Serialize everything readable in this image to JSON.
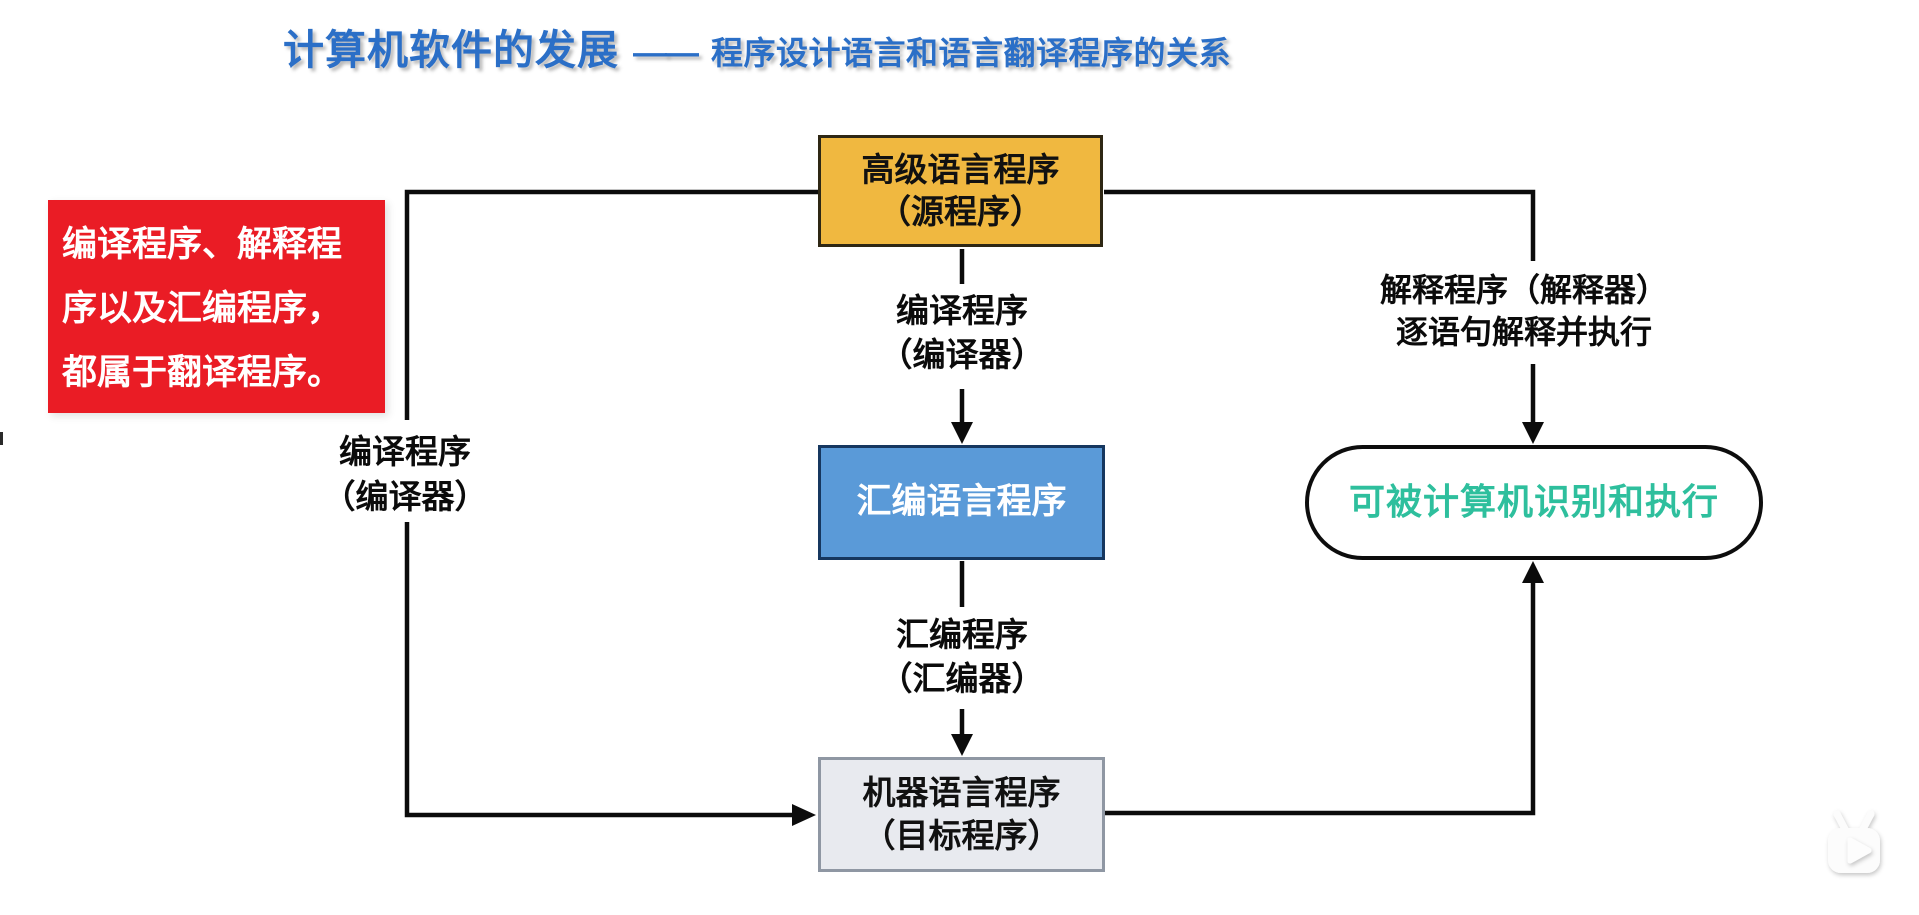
{
  "title": {
    "main": "计算机软件的发展",
    "separator": "——",
    "sub": "程序设计语言和语言翻译程序的关系",
    "color": "#2b6fc7"
  },
  "note_box": {
    "background": "#ea1c25",
    "text_color": "#ffffff",
    "lines": [
      "编译程序、解释程",
      "序以及汇编程序，",
      "都属于翻译程序。"
    ]
  },
  "nodes": {
    "high_level": {
      "line1": "高级语言程序",
      "line2": "（源程序）",
      "background": "#f0b840",
      "border": "#2e2714"
    },
    "assembly": {
      "label": "汇编语言程序",
      "background": "#5a9ad8",
      "border": "#16375f",
      "text_color": "#ffffff"
    },
    "machine": {
      "line1": "机器语言程序",
      "line2": "（目标程序）",
      "background": "#e8eaef",
      "border": "#8f97a3"
    },
    "recognized": {
      "label": "可被计算机识别和执行",
      "text_color": "#2ebf9d",
      "border": "#0d0d0d"
    }
  },
  "edge_labels": {
    "compiler_center": {
      "line1": "编译程序",
      "line2": "（编译器）"
    },
    "assembler": {
      "line1": "汇编程序",
      "line2": "（汇编器）"
    },
    "compiler_left": {
      "line1": "编译程序",
      "line2": "（编译器）"
    },
    "interpreter": {
      "line1": "解释程序（解释器）",
      "line2": "逐语句解释并执行"
    }
  },
  "watermark": {
    "icon": "tv-play-icon"
  }
}
